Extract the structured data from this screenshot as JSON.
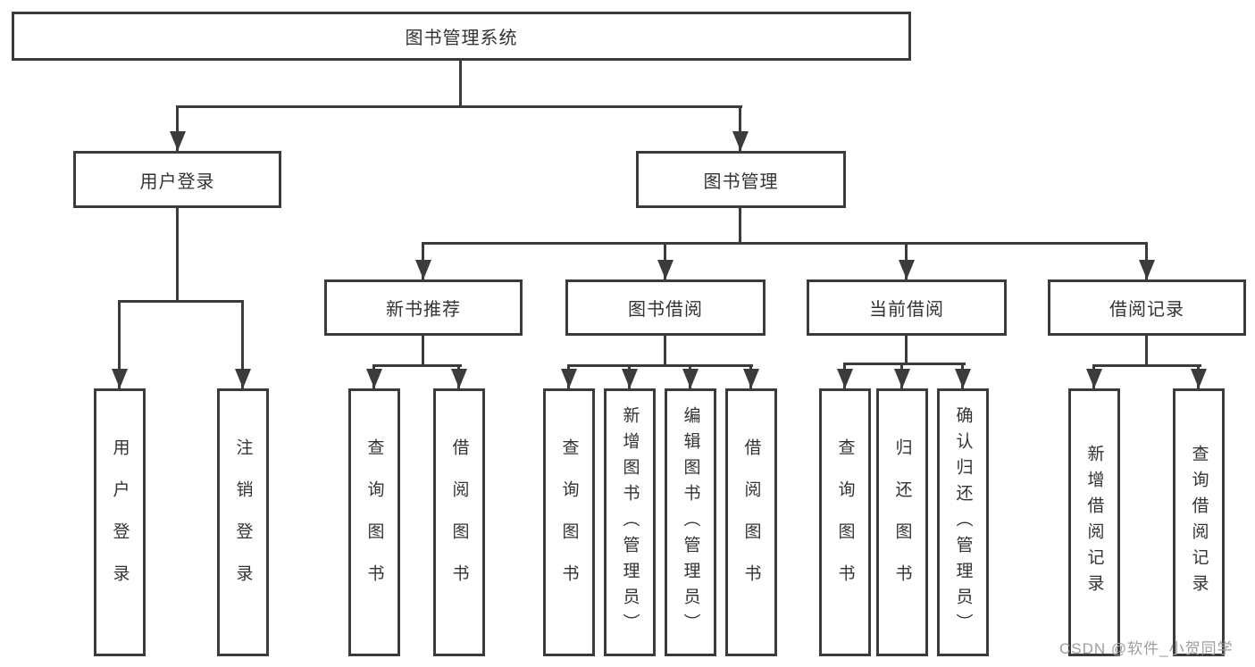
{
  "diagram_title": "图书管理系统",
  "level2": [
    {
      "label": "用户登录"
    },
    {
      "label": "图书管理"
    }
  ],
  "level3": [
    {
      "label": "新书推荐"
    },
    {
      "label": "图书借阅"
    },
    {
      "label": "当前借阅"
    },
    {
      "label": "借阅记录"
    }
  ],
  "leaves": [
    {
      "label": "用户登录",
      "parent": "用户登录"
    },
    {
      "label": "注销登录",
      "parent": "用户登录"
    },
    {
      "label": "查询图书",
      "parent": "新书推荐"
    },
    {
      "label": "借阅图书",
      "parent": "新书推荐"
    },
    {
      "label": "查询图书",
      "parent": "图书借阅"
    },
    {
      "label": "新增图书（管理员）",
      "parent": "图书借阅"
    },
    {
      "label": "编辑图书（管理员）",
      "parent": "图书借阅"
    },
    {
      "label": "借阅图书",
      "parent": "图书借阅"
    },
    {
      "label": "查询图书",
      "parent": "当前借阅"
    },
    {
      "label": "归还图书",
      "parent": "当前借阅"
    },
    {
      "label": "确认归还（管理员）",
      "parent": "当前借阅"
    },
    {
      "label": "新增借阅记录",
      "parent": "借阅记录"
    },
    {
      "label": "查询借阅记录",
      "parent": "借阅记录"
    }
  ],
  "watermark": "CSDN @软件_小贺同学",
  "colors": {
    "line": "#3b3b3b",
    "text": "#333333",
    "watermark": "#9e9e9e",
    "background": "#ffffff"
  }
}
